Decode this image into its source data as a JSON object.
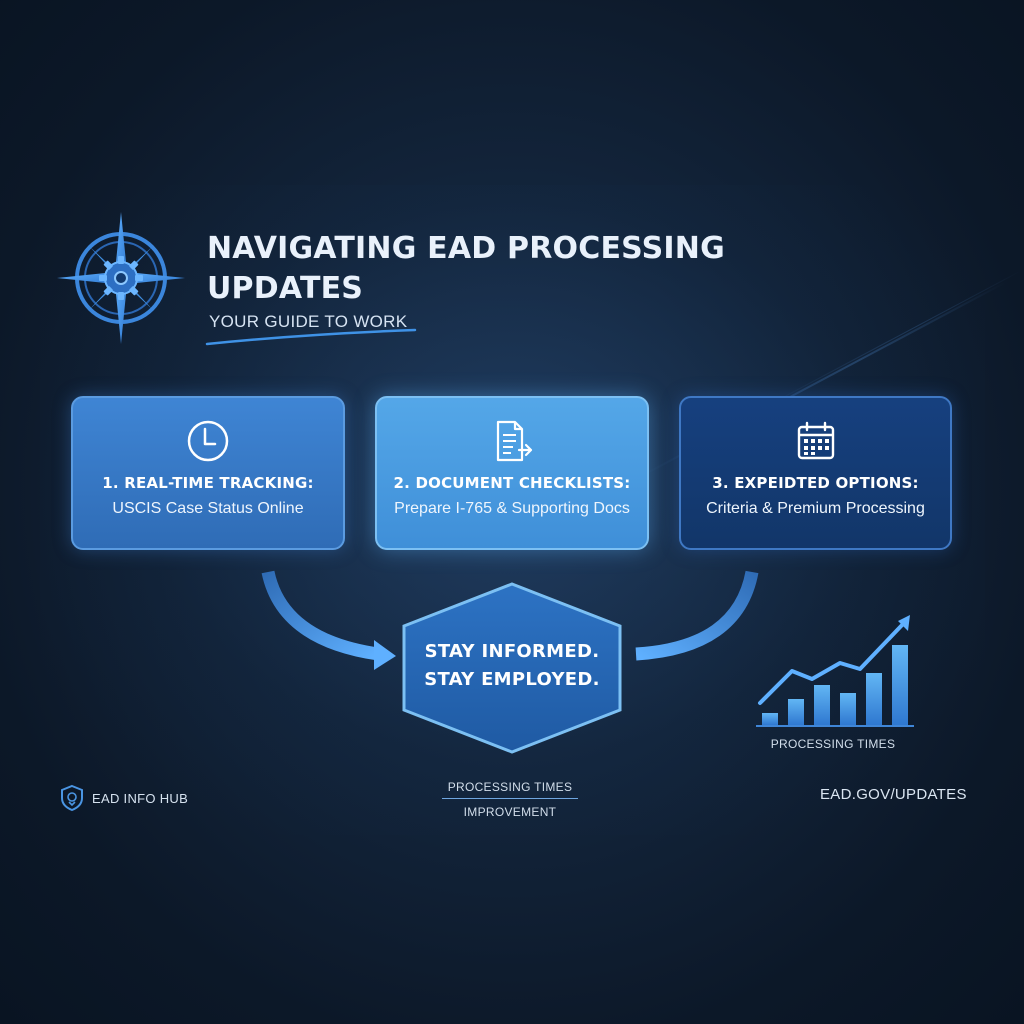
{
  "header": {
    "title_line1": "NAVIGATING EAD PROCESSING",
    "title_line2": "UPDATES",
    "subtitle": "YOUR GUIDE TO WORK",
    "logo_icon": "compass-gear-icon"
  },
  "cards": [
    {
      "icon": "clock-icon",
      "heading": "1. REAL-TIME TRACKING:",
      "body": "USCIS Case Status Online"
    },
    {
      "icon": "document-arrow-icon",
      "heading": "2. DOCUMENT CHECKLISTS:",
      "body": "Prepare I-765 & Supporting Docs"
    },
    {
      "icon": "calendar-icon",
      "heading": "3. EXPEIDTED OPTIONS:",
      "body": "Criteria & Premium Processing"
    }
  ],
  "center": {
    "line1": "STAY INFORMED.",
    "line2": "STAY EMPLOYED."
  },
  "bar_chart": {
    "caption": "PROCESSING TIMES",
    "icon": "trend-up-icon"
  },
  "footer": {
    "left_text": "EAD INFO HUB",
    "left_icon": "shield-icon",
    "center_line1": "PROCESSING TIMES",
    "center_line2": "IMPROVEMENT",
    "right_text": "EAD.GOV/UPDATES"
  },
  "colors": {
    "background": "#0e1c2f",
    "card_1": "#3f85d4",
    "card_2": "#54a7e8",
    "card_3": "#16407f",
    "accent": "#3f92e6",
    "text": "#ffffff"
  }
}
